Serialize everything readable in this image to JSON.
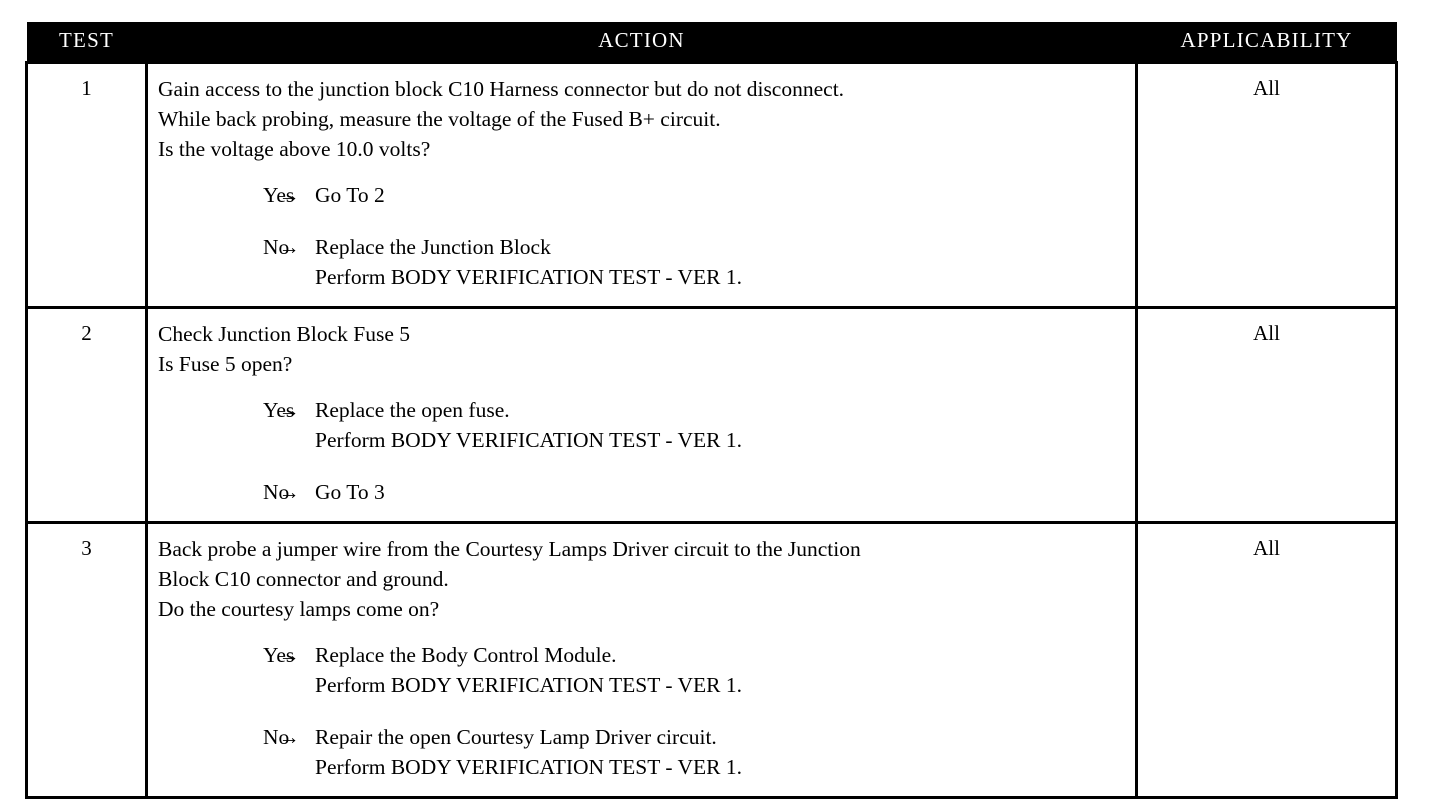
{
  "table": {
    "columns": {
      "test": "TEST",
      "action": "ACTION",
      "applicability": "APPLICABILITY"
    },
    "arrow_glyph": "→",
    "rows": [
      {
        "test": "1",
        "statement": "Gain access to the junction block C10 Harness connector but do not disconnect.\nWhile back probing, measure the voltage of the Fused B+ circuit.\nIs the voltage above 10.0 volts?",
        "branches": [
          {
            "label": "Yes",
            "result": "Go To   2"
          },
          {
            "label": "No",
            "result": "Replace the Junction Block\nPerform BODY VERIFICATION TEST - VER 1."
          }
        ],
        "applicability": "All"
      },
      {
        "test": "2",
        "statement": "Check Junction Block Fuse 5\nIs Fuse 5 open?",
        "branches": [
          {
            "label": "Yes",
            "result": "Replace the open fuse.\nPerform BODY VERIFICATION TEST - VER 1."
          },
          {
            "label": "No",
            "result": "Go To   3"
          }
        ],
        "applicability": "All"
      },
      {
        "test": "3",
        "statement": "Back probe a jumper wire from the Courtesy Lamps Driver circuit to the Junction\nBlock C10 connector and ground.\nDo the courtesy lamps come on?",
        "branches": [
          {
            "label": "Yes",
            "result": "Replace the Body Control Module.\nPerform BODY VERIFICATION TEST - VER 1."
          },
          {
            "label": "No",
            "result": "Repair the open Courtesy Lamp Driver circuit.\nPerform BODY VERIFICATION TEST - VER 1."
          }
        ],
        "applicability": "All"
      }
    ]
  },
  "colors": {
    "header_background": "#000000",
    "header_text": "#ffffff",
    "border": "#000000",
    "body_text": "#000000",
    "page_background": "#ffffff"
  }
}
